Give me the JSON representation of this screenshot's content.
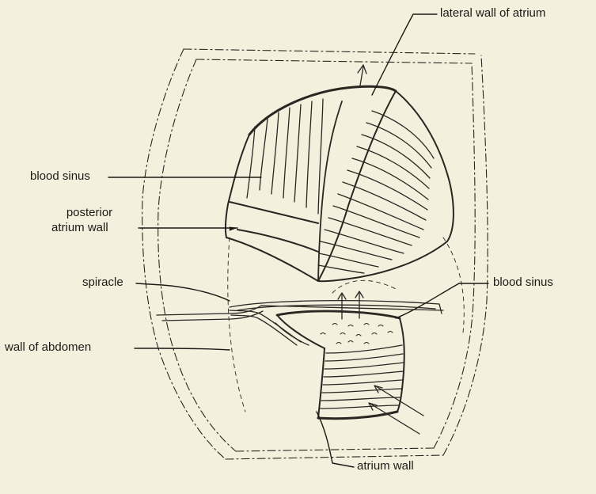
{
  "labels": {
    "lateral_wall_of_atrium": "lateral wall of atrium",
    "blood_sinus_upper": "blood sinus",
    "posterior": "posterior",
    "atrium_wall_posterior": "atrium wall",
    "spiracle": "spiracle",
    "blood_sinus_lower": "blood sinus",
    "wall_of_abdomen": "wall of abdomen",
    "atrium_wall_bottom": "atrium wall"
  },
  "colors": {
    "background": "#f3f0de",
    "ink": "#1d1a16",
    "tissue": "#e9e4cf"
  }
}
